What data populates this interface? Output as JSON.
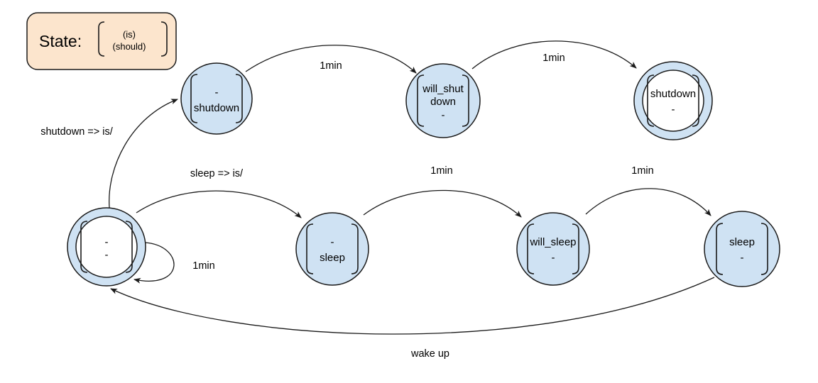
{
  "legend": {
    "title": "State:",
    "is_label": "(is)",
    "should_label": "(should)"
  },
  "nodes": [
    {
      "id": "dash-shutdown",
      "type": "state",
      "lines": [
        "-",
        "shutdown"
      ]
    },
    {
      "id": "will-shutdown",
      "type": "state",
      "lines": [
        "will_shut",
        "down",
        "-"
      ]
    },
    {
      "id": "shutdown-dash",
      "type": "accepting",
      "lines": [
        "shutdown",
        "-"
      ]
    },
    {
      "id": "dash-dash",
      "type": "accepting",
      "lines": [
        "-",
        "-"
      ]
    },
    {
      "id": "dash-sleep",
      "type": "state",
      "lines": [
        "-",
        "sleep"
      ]
    },
    {
      "id": "will-sleep",
      "type": "state",
      "lines": [
        "will_sleep",
        "-"
      ]
    },
    {
      "id": "sleep-dash",
      "type": "state",
      "lines": [
        "sleep",
        "-"
      ]
    }
  ],
  "edge_labels": {
    "shutdown_trigger": "shutdown => is/",
    "sleep_trigger": "sleep => is/",
    "timer_top_1": "1min",
    "timer_top_2": "1min",
    "timer_bottom_1": "1min",
    "timer_bottom_2": "1min",
    "timer_self": "1min",
    "wake_up": "wake up"
  },
  "colors": {
    "node_fill": "#cfe2f3",
    "inner_fill": "#ffffff",
    "legend_fill": "#fce5cd",
    "stroke": "#1a1a1a"
  }
}
